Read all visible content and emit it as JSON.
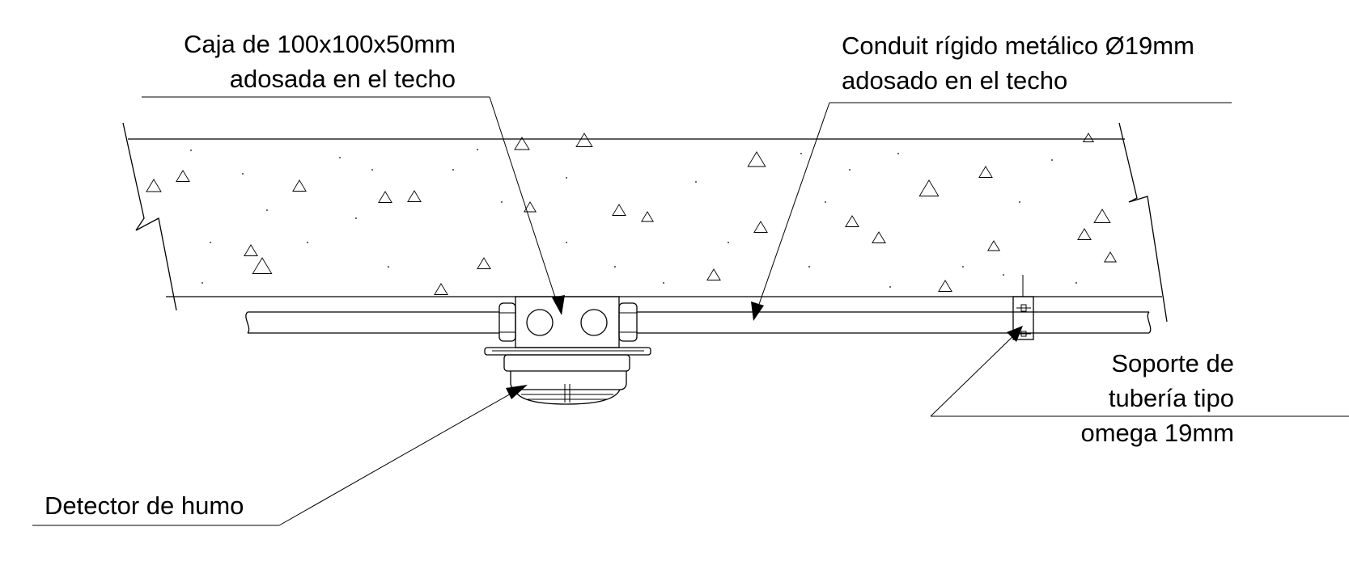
{
  "callouts": {
    "box": {
      "line1": "Caja de 100x100x50mm",
      "line2": "adosada en el techo"
    },
    "conduit": {
      "line1": "Conduit rígido metálico Ø19mm",
      "line2": "adosado en el techo"
    },
    "support": {
      "line1": "Soporte de",
      "line2": "tubería tipo",
      "line3": "omega 19mm"
    },
    "detector": {
      "line1": "Detector de humo"
    }
  },
  "colors": {
    "ink": "#000000",
    "background": "#ffffff"
  }
}
